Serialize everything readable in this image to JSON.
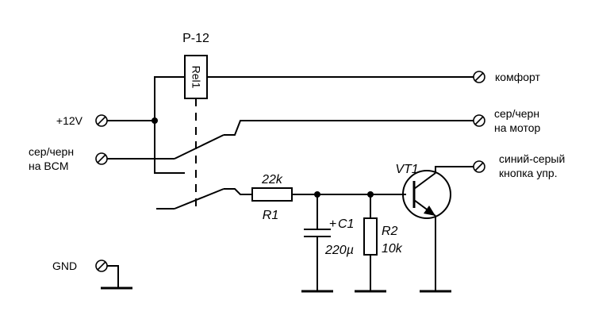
{
  "relay": {
    "designator": "P-12",
    "coil_label": "Rel1"
  },
  "terminals": {
    "comfort": "комфорт",
    "motor_line1": "сер/черн",
    "motor_line2": "на мотор",
    "button_line1": "синий-серый",
    "button_line2": "кнопка упр.",
    "plus12": "+12V",
    "bcm_line1": "сер/черн",
    "bcm_line2": "на BCM",
    "gnd": "GND"
  },
  "components": {
    "r1_value": "22k",
    "r1_name": "R1",
    "c1_name": "C1",
    "c1_value": "220µ",
    "r2_name": "R2",
    "r2_value": "10k",
    "transistor": "VT1",
    "polarity": "+"
  }
}
